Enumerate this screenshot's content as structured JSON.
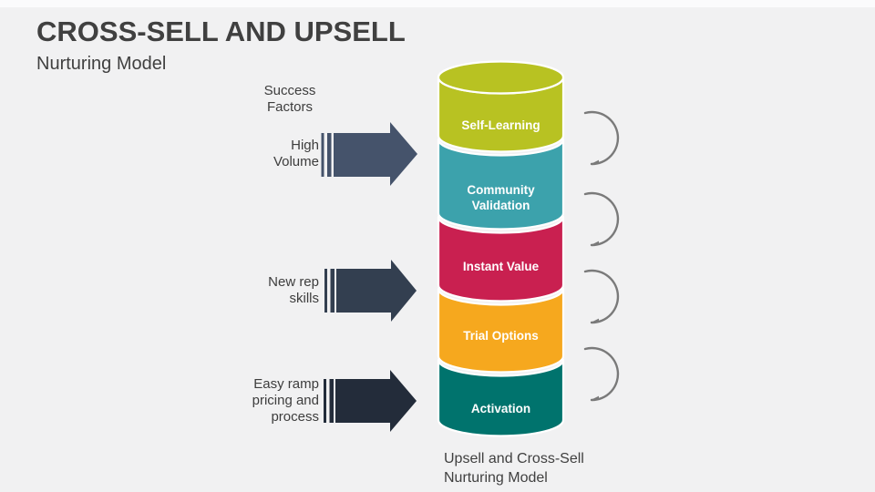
{
  "slide": {
    "title": "CROSS-SELL AND UPSELL",
    "subtitle": "Nurturing Model",
    "caption_line1": "Upsell and Cross-Sell",
    "caption_line2": "Nurturing Model"
  },
  "success_factors_heading": "Success Factors",
  "factors": [
    {
      "label": "High Volume",
      "color": "#45536B"
    },
    {
      "label": "New rep skills",
      "color": "#333F50"
    },
    {
      "label": "Easy ramp pricing and process",
      "color": "#232C3A"
    }
  ],
  "stages": [
    {
      "label": "Self-Learning",
      "color": "#B8C222"
    },
    {
      "label": "Community Validation",
      "color": "#3CA2AC"
    },
    {
      "label": "Instant Value",
      "color": "#C92050"
    },
    {
      "label": "Trial Options",
      "color": "#F6A81E"
    },
    {
      "label": "Activation",
      "color": "#00736D"
    }
  ],
  "colors": {
    "background": "#F1F1F2",
    "title_text": "#404040",
    "label_text": "#3D3D3D",
    "stage_text": "#FFFFFF",
    "segment_outline": "#FFFFFF",
    "flow_arrow": "#7A7A7A"
  }
}
